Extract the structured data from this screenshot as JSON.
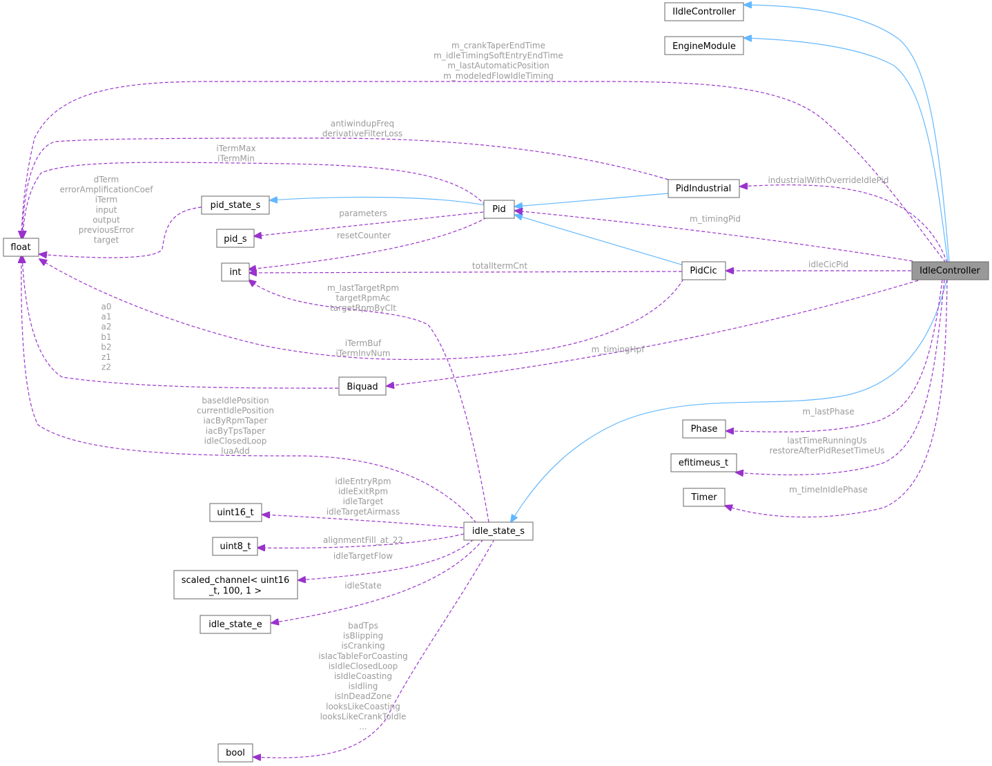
{
  "colors": {
    "inherit": "#63b8ff",
    "use": "#9a32cd",
    "label": "#9a9a9a",
    "focus_fill": "#999999",
    "border": "#666666"
  },
  "nodes": {
    "IIdleController": {
      "label": "IIdleController"
    },
    "EngineModule": {
      "label": "EngineModule"
    },
    "PidIndustrial": {
      "label": "PidIndustrial"
    },
    "Pid": {
      "label": "Pid"
    },
    "pid_state_s": {
      "label": "pid_state_s"
    },
    "pid_s": {
      "label": "pid_s"
    },
    "float": {
      "label": "float"
    },
    "int": {
      "label": "int"
    },
    "PidCic": {
      "label": "PidCic"
    },
    "IdleController": {
      "label": "IdleController"
    },
    "Biquad": {
      "label": "Biquad"
    },
    "Phase": {
      "label": "Phase"
    },
    "efitimeus_t": {
      "label": "efitimeus_t"
    },
    "Timer": {
      "label": "Timer"
    },
    "uint16_t": {
      "label": "uint16_t"
    },
    "uint8_t": {
      "label": "uint8_t"
    },
    "scaled_channel": {
      "lines": [
        "scaled_channel< uint16",
        "_t, 100, 1 >"
      ]
    },
    "idle_state_e": {
      "label": "idle_state_e"
    },
    "idle_state_s": {
      "label": "idle_state_s"
    },
    "bool": {
      "label": "bool"
    }
  },
  "edge_labels": {
    "float_idle": [
      "m_crankTaperEndTime",
      "m_idleTimingSoftEntryEndTime",
      "m_lastAutomaticPosition",
      "m_modeledFlowIdleTiming"
    ],
    "float_pidind": [
      "antiwindupFreq",
      "derivativeFilterLoss"
    ],
    "float_pid": [
      "iTermMax",
      "iTermMin"
    ],
    "float_pidstate": [
      "dTerm",
      "errorAmplificationCoef",
      "iTerm",
      "input",
      "output",
      "previousError",
      "target"
    ],
    "float_pidcic": [
      "iTermBuf",
      "iTermInvNum"
    ],
    "float_biquad": [
      "a0",
      "a1",
      "a2",
      "b1",
      "b2",
      "z1",
      "z2"
    ],
    "float_idlestate": [
      "baseIdlePosition",
      "currentIdlePosition",
      "iacByRpmTaper",
      "iacByTpsTaper",
      "idleClosedLoop",
      "luaAdd"
    ],
    "pidind_idle": [
      "industrialWithOverrideIdlePid"
    ],
    "pid_idle": [
      "m_timingPid"
    ],
    "pids_pid": [
      "parameters"
    ],
    "int_pid": [
      "resetCounter"
    ],
    "int_pidcic": [
      "totalItermCnt"
    ],
    "pidcic_idle": [
      "idleCicPid"
    ],
    "int_idlestate": [
      "m_lastTargetRpm",
      "targetRpmAc",
      "targetRpmByClt"
    ],
    "biquad_idle": [
      "m_timingHpf"
    ],
    "phase_idle": [
      "m_lastPhase"
    ],
    "efit_idle": [
      "lastTimeRunningUs",
      "restoreAfterPidResetTimeUs"
    ],
    "timer_idle": [
      "m_timeInIdlePhase"
    ],
    "uint16_idlestate": [
      "idleEntryRpm",
      "idleExitRpm",
      "idleTarget",
      "idleTargetAirmass"
    ],
    "uint8_idlestate": [
      "alignmentFill_at_22"
    ],
    "scaled_idlestate": [
      "idleTargetFlow"
    ],
    "stateE_idlestate": [
      "idleState"
    ],
    "bool_idlestate": [
      "badTps",
      "isBlipping",
      "isCranking",
      "isIacTableForCoasting",
      "isIdleClosedLoop",
      "isIdleCoasting",
      "isIdling",
      "isInDeadZone",
      "looksLikeCoasting",
      "looksLikeCrankToIdle",
      "..."
    ]
  }
}
